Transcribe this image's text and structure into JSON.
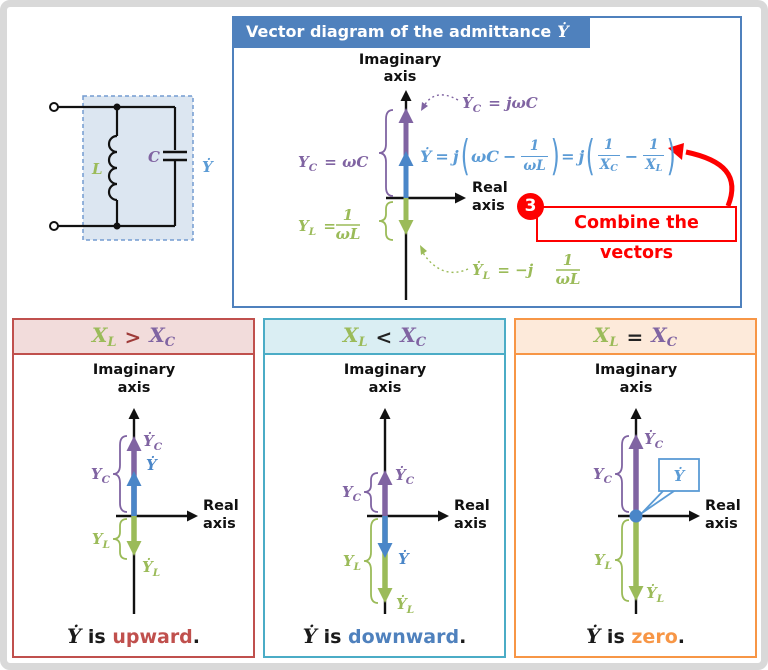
{
  "colors": {
    "frame": "#d9d9d9",
    "panel_blue": "#4f81bd",
    "arrow_blue": "#4a86c8",
    "formula_blue": "#5b9bd5",
    "purple": "#8064a2",
    "green": "#9bbb59",
    "red": "#fe0000",
    "p1_accent": "#c0504d",
    "p1_header_bg": "#f2dcdb",
    "p1_word": "#c0504d",
    "p2_accent": "#4bacc6",
    "p2_header_bg": "#daeef3",
    "p2_word": "#4f81bd",
    "p3_accent": "#f79646",
    "p3_header_bg": "#fdeada",
    "p3_word": "#f79646"
  },
  "circuit": {
    "l": "L",
    "c": "C",
    "y": "Ẏ"
  },
  "main": {
    "title": "Vector diagram of the admittance",
    "title_math": "Ẏ",
    "imag1": "Imaginary",
    "imag2": "axis",
    "real1": "Real",
    "real2": "axis",
    "yc_vec": {
      "base": "Ẏ",
      "sub": "C",
      "rhs": " = jωC"
    },
    "yc_brace": {
      "base": "Y",
      "sub": "C",
      "rhs": " = ωC"
    },
    "yl_brace": {
      "base": "Y",
      "sub": "L",
      "eq": " =",
      "num": "1",
      "den": "ωL"
    },
    "yl_vec": {
      "base": "Ẏ",
      "sub": "L",
      "eq": " = −j",
      "num": "1",
      "den": "ωL"
    },
    "formula": {
      "lhs": "Ẏ",
      "eq1": "=",
      "j1": "j",
      "lp1": "(",
      "t1": "ωC",
      "m1": "−",
      "f1n": "1",
      "f1d": "ωL",
      "rp1": ")",
      "eq2": "=",
      "j2": "j",
      "lp2": "(",
      "f2n": "1",
      "f2db": "X",
      "f2ds": "C",
      "m2": "−",
      "f3n": "1",
      "f3db": "X",
      "f3ds": "L",
      "rp2": ")"
    },
    "callout": {
      "badge": "3",
      "text": "Combine the vectors"
    }
  },
  "panels": [
    {
      "header": {
        "lb": "X",
        "ls": "L",
        "op": ">",
        "rb": "X",
        "rs": "C"
      },
      "imag1": "Imaginary",
      "imag2": "axis",
      "real1": "Real",
      "real2": "axis",
      "vec_yc": {
        "base": "Ẏ",
        "sub": "C"
      },
      "vec_y": "Ẏ",
      "vec_yl": {
        "base": "Ẏ",
        "sub": "L"
      },
      "brace_yc": {
        "base": "Y",
        "sub": "C"
      },
      "brace_yl": {
        "base": "Y",
        "sub": "L"
      },
      "caption": {
        "math": "Ẏ",
        "mid": " is ",
        "word": "upward",
        "end": "."
      }
    },
    {
      "header": {
        "lb": "X",
        "ls": "L",
        "op": "<",
        "rb": "X",
        "rs": "C"
      },
      "imag1": "Imaginary",
      "imag2": "axis",
      "real1": "Real",
      "real2": "axis",
      "vec_yc": {
        "base": "Ẏ",
        "sub": "C"
      },
      "vec_y": "Ẏ",
      "vec_yl": {
        "base": "Ẏ",
        "sub": "L"
      },
      "brace_yc": {
        "base": "Y",
        "sub": "C"
      },
      "brace_yl": {
        "base": "Y",
        "sub": "L"
      },
      "caption": {
        "math": "Ẏ",
        "mid": " is ",
        "word": "downward",
        "end": "."
      }
    },
    {
      "header": {
        "lb": "X",
        "ls": "L",
        "op": "=",
        "rb": "X",
        "rs": "C"
      },
      "imag1": "Imaginary",
      "imag2": "axis",
      "real1": "Real",
      "real2": "axis",
      "vec_yc": {
        "base": "Ẏ",
        "sub": "C"
      },
      "callout_y": "Ẏ",
      "vec_yl": {
        "base": "Ẏ",
        "sub": "L"
      },
      "brace_yc": {
        "base": "Y",
        "sub": "C"
      },
      "brace_yl": {
        "base": "Y",
        "sub": "L"
      },
      "caption": {
        "math": "Ẏ",
        "mid": " is ",
        "word": "zero",
        "end": "."
      }
    }
  ]
}
